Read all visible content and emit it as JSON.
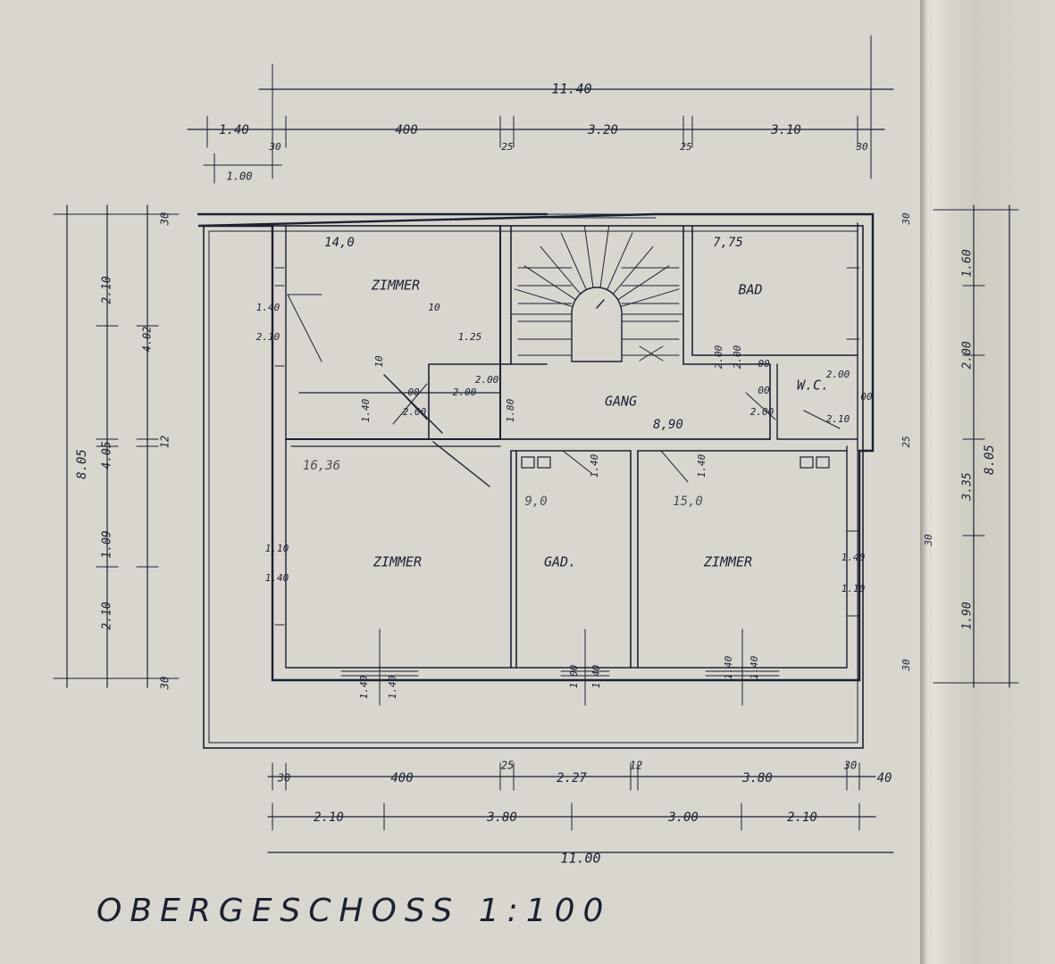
{
  "title": "OBERGESCHOSS 1:100",
  "colors": {
    "paper": "#d8d6ce",
    "ink": "#1d1f33",
    "pencil": "#4e4e50"
  },
  "rooms": [
    {
      "id": "zimmer-nw",
      "name": "ZIMMER",
      "area": "14,0"
    },
    {
      "id": "bad",
      "name": "BAD",
      "area": "7,75"
    },
    {
      "id": "wc",
      "name": "W.C.",
      "area": ""
    },
    {
      "id": "gang",
      "name": "GANG",
      "area": "8,90"
    },
    {
      "id": "zimmer-sw",
      "name": "ZIMMER",
      "area": "16,36"
    },
    {
      "id": "gard",
      "name": "GAD.",
      "area": "9,0"
    },
    {
      "id": "zimmer-se",
      "name": "ZIMMER",
      "area": "15,0"
    }
  ],
  "dimensions": {
    "top_total": "11.40",
    "top_row": [
      "1.40",
      "30",
      "400",
      "25",
      "3.20",
      "25",
      "3.10",
      "30"
    ],
    "top_offset": "1.00",
    "bottom_row1": [
      "30",
      "400",
      "25",
      "2.27",
      "12",
      "3.80",
      "30",
      "40"
    ],
    "bottom_row2": [
      "2.10",
      "3.80",
      "3.00",
      "2.10"
    ],
    "bottom_total": "11.00",
    "left_total": "8.05",
    "left_inner": [
      "2.10",
      "4.05",
      "1.09",
      "2.10"
    ],
    "left_mid": [
      "4.02",
      "12",
      "30",
      "30"
    ],
    "right_total": "8.05",
    "right_inner": [
      "1.60",
      "2.00",
      "3.35",
      "1.90"
    ],
    "right_mid": [
      "30",
      "30",
      "25",
      "30"
    ]
  },
  "opening_labels": [
    "1.40",
    "2.10",
    "10",
    "1.25",
    "10",
    "1.40",
    "00",
    "2.00",
    "2.00",
    "1.80",
    "2.00",
    "00",
    "2.00",
    "00",
    "2.10",
    "1.10",
    "1.40",
    "1.40",
    "1.10",
    "1.40",
    "1.40",
    "1.40",
    "1.40",
    "1.00",
    "1.40",
    "1.40",
    "1.40",
    "2.00",
    "2.00",
    "00",
    "2.00"
  ]
}
